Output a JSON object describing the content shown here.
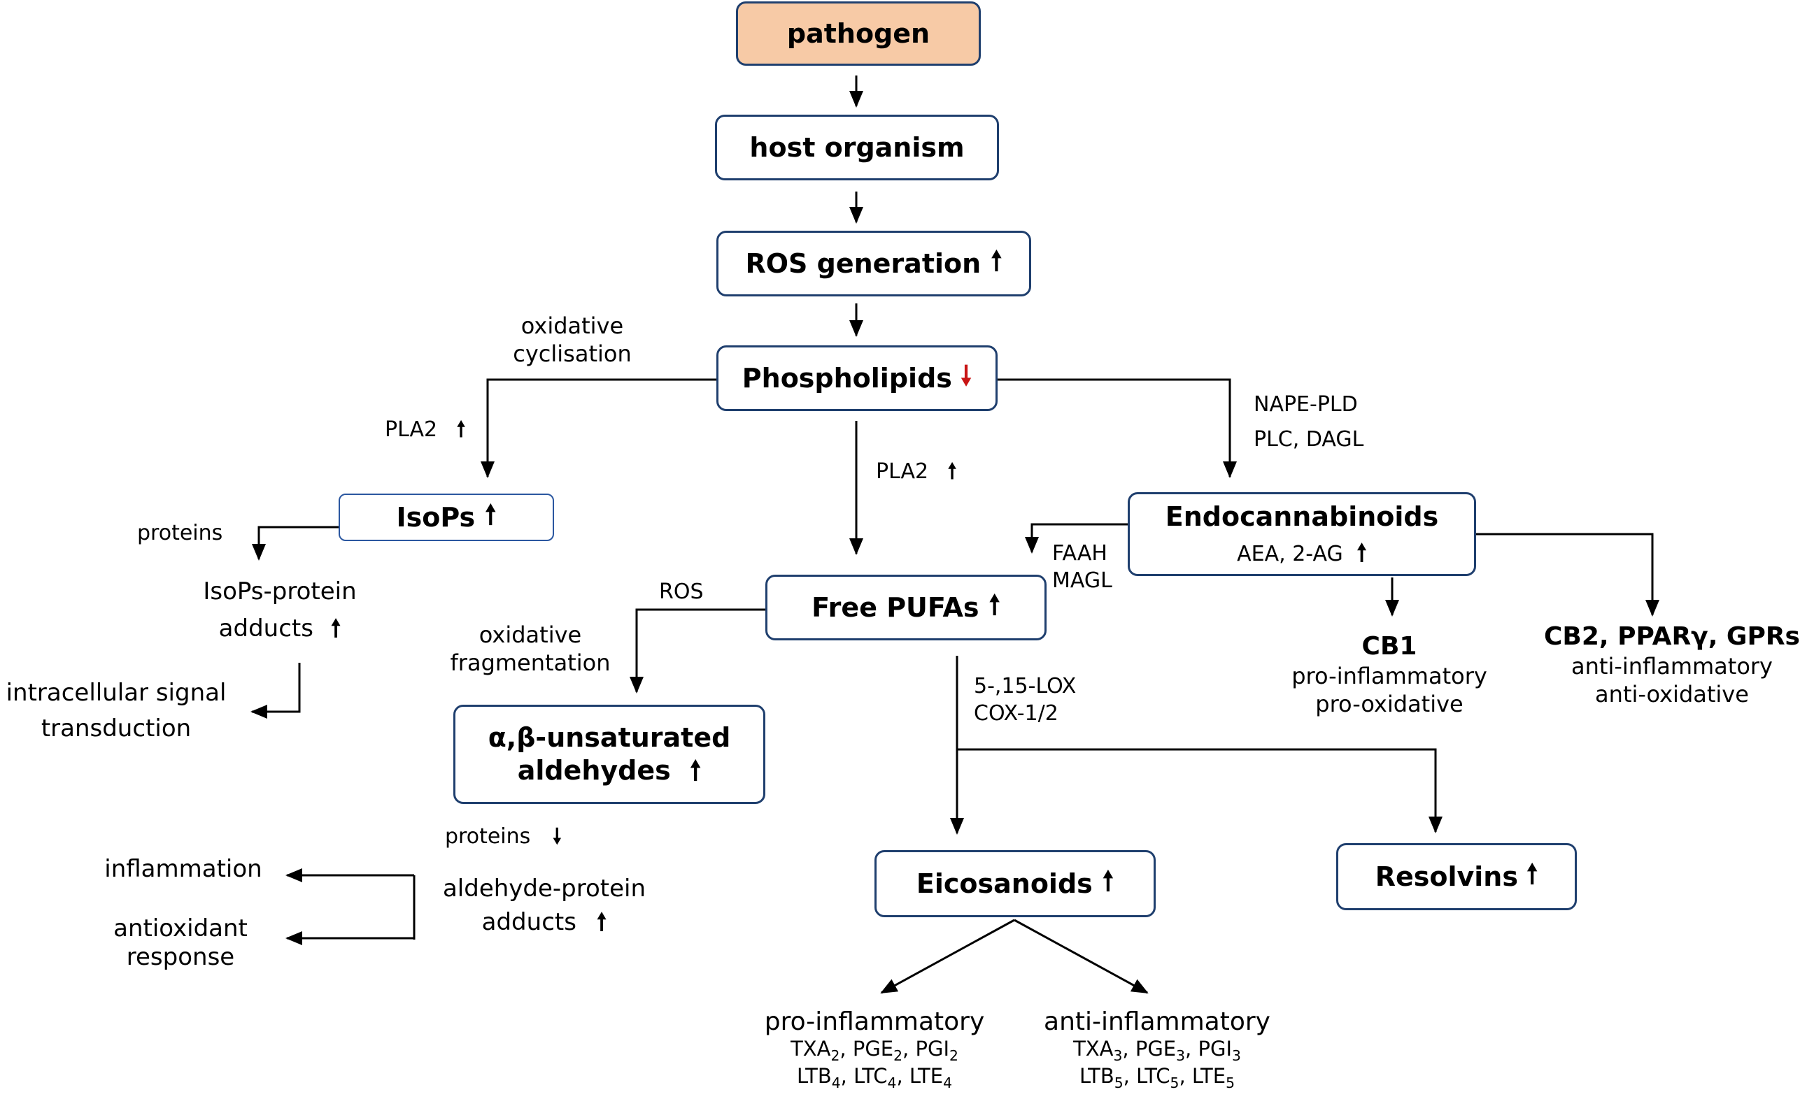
{
  "nodes": {
    "pathogen": "pathogen",
    "host": "host organism",
    "ros": "ROS generation",
    "phospholipids": "Phospholipids",
    "isops": "IsoPs",
    "free_pufas": "Free PUFAs",
    "endocannabinoids": "Endocannabinoids",
    "endocannabinoids_sub": "AEA, 2-AG",
    "aldehydes_line1": "α,β-unsaturated",
    "aldehydes_line2": "aldehydes",
    "eicosanoids": "Eicosanoids",
    "resolvins": "Resolvins"
  },
  "arrows": {
    "up": "🠕",
    "down": "🠗"
  },
  "labels": {
    "oxidative_cyclisation_1": "oxidative",
    "oxidative_cyclisation_2": "cyclisation",
    "pla2_left": "PLA2",
    "pla2_center": "PLA2",
    "nape_pld": "NAPE-PLD",
    "plc_dagl": "PLC, DAGL",
    "proteins_top": "proteins",
    "isops_adducts_1": "IsoPs-protein",
    "isops_adducts_2": "adducts",
    "intracellular_1": "intracellular  signal",
    "intracellular_2": "transduction",
    "ros_small": "ROS",
    "oxidative_frag_1": "oxidative",
    "oxidative_frag_2": "fragmentation",
    "faah": "FAAH",
    "magl": "MAGL",
    "cb1": "CB1",
    "cb1_desc1": "pro-inflammatory",
    "cb1_desc2": "pro-oxidative",
    "cb2": "CB2, PPARγ, GPRs",
    "cb2_desc1": "anti-inflammatory",
    "cb2_desc2": "anti-oxidative",
    "lox": "5-,15-LOX",
    "cox": "COX-1/2",
    "proteins_bottom": "proteins",
    "aldehyde_adducts_1": "aldehyde-protein",
    "aldehyde_adducts_2": "adducts",
    "inflammation": "inflammation",
    "antioxidant_1": "antioxidant",
    "antioxidant_2": "response",
    "pro_inflammatory": "pro-inflammatory",
    "anti_inflammatory": "anti-inflammatory"
  },
  "eicosanoid_products": {
    "pro": {
      "l1": [
        [
          "TXA",
          "2"
        ],
        [
          "PGE",
          "2"
        ],
        [
          "PGI",
          "2"
        ]
      ],
      "l2": [
        [
          "LTB",
          "4"
        ],
        [
          "LTC",
          "4"
        ],
        [
          "LTE",
          "4"
        ]
      ]
    },
    "anti": {
      "l1": [
        [
          "TXA",
          "3"
        ],
        [
          "PGE",
          "3"
        ],
        [
          "PGI",
          "3"
        ]
      ],
      "l2": [
        [
          "LTB",
          "5"
        ],
        [
          "LTC",
          "5"
        ],
        [
          "LTE",
          "5"
        ]
      ]
    }
  },
  "colors": {
    "box_border": "#1f3f6e",
    "pathogen_fill": "#f7caa6",
    "decrease_arrow": "#c81414"
  }
}
